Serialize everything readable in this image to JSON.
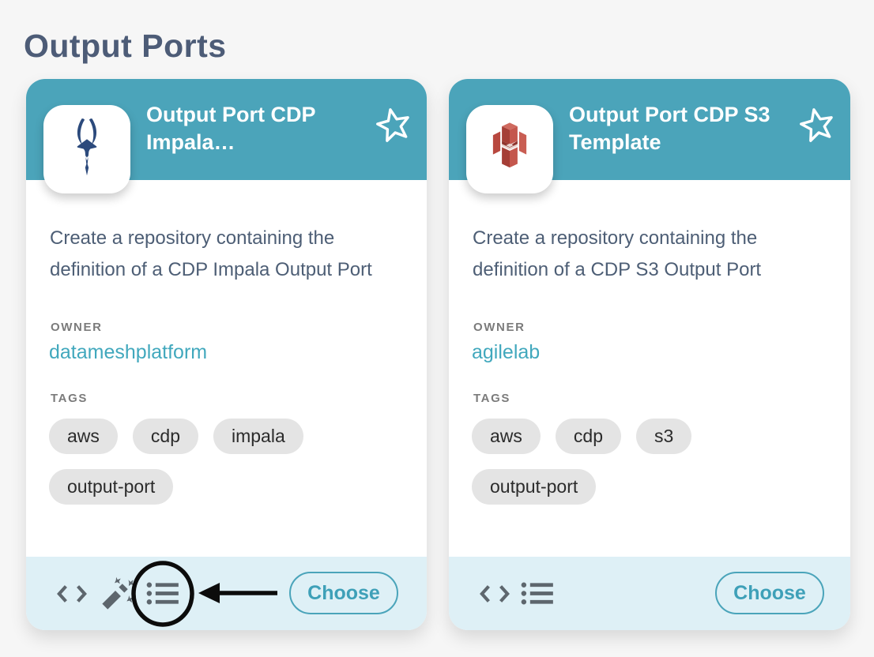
{
  "page": {
    "title": "Output Ports"
  },
  "colors": {
    "header_teal": "#4ba4ba",
    "footer_background": "#def0f6",
    "accent_teal": "#41a8bd",
    "title_slate": "#4d5c77",
    "body_text": "#4d5e75",
    "tag_background": "#e4e4e4",
    "impala_logo_navy": "#2c4a7c",
    "s3_logo_red": "#b8483f",
    "annotation_black": "#0c0c0c"
  },
  "cards": [
    {
      "title": "Output Port CDP Impala…",
      "logo_icon": "impala-logo",
      "favorite_icon": "star-outline",
      "description": "Create a repository containing the definition of a CDP Impala Output Port",
      "owner_label": "OWNER",
      "owner": "datameshplatform",
      "tags_label": "TAGS",
      "tags": [
        "aws",
        "cdp",
        "impala",
        "output-port"
      ],
      "footer_icons": [
        "code-icon",
        "wand-icon",
        "list-icon"
      ],
      "annotations": {
        "circled_icon": "list-icon",
        "arrow_direction": "pointing-left-at-list-icon"
      },
      "choose_label": "Choose"
    },
    {
      "title": "Output Port CDP S3 Template",
      "logo_icon": "s3-logo",
      "favorite_icon": "star-outline",
      "description": "Create a repository containing the definition of a CDP S3 Output Port",
      "owner_label": "OWNER",
      "owner": "agilelab",
      "tags_label": "TAGS",
      "tags": [
        "aws",
        "cdp",
        "s3",
        "output-port"
      ],
      "footer_icons": [
        "code-icon",
        "list-icon"
      ],
      "choose_label": "Choose"
    }
  ]
}
